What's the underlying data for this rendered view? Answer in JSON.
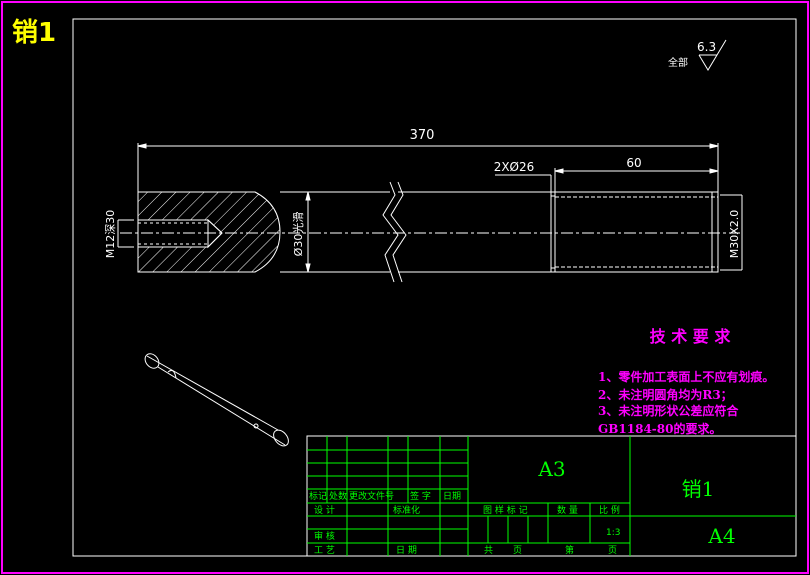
{
  "page_title": "销1",
  "roughness": {
    "value": "6.3",
    "note": "全部"
  },
  "dimensions": {
    "overall_length": "370",
    "groove": "2XØ26",
    "thread_length": "60",
    "left_thread": "M12深30",
    "diameter": "Ø30光滑",
    "right_thread": "M30X2.0"
  },
  "tech_requirements": {
    "heading": "技 术 要 求",
    "items": [
      "1、零件加工表面上不应有划痕。",
      "2、未注明圆角均为R3；",
      "3、未注明形状公差应符合",
      "GB1184-80的要求。"
    ]
  },
  "title_block": {
    "paper_size": "A3",
    "part_name": "销1",
    "scale_code": "A4",
    "scale_value": "1:3",
    "labels": {
      "mark": "标记",
      "count": "处数",
      "change_doc": "更改文件号",
      "sign": "签 字",
      "date": "日期",
      "design": "设 计",
      "standardize": "标准化",
      "review": "审 核",
      "craft": "工 艺",
      "date2": "日 期",
      "stage_mark": "图 样 标 记",
      "weight": "数 量",
      "ratio": "比 例",
      "total": "共",
      "page": "页",
      "sheet": "第",
      "page2": "页"
    }
  },
  "colors": {
    "frame": "#ffffff",
    "text_white": "#ffffff",
    "text_yellow": "#ffff00",
    "text_magenta": "#ff00ff",
    "table_green": "#00ff00",
    "border_pink": "#ff00ff"
  }
}
